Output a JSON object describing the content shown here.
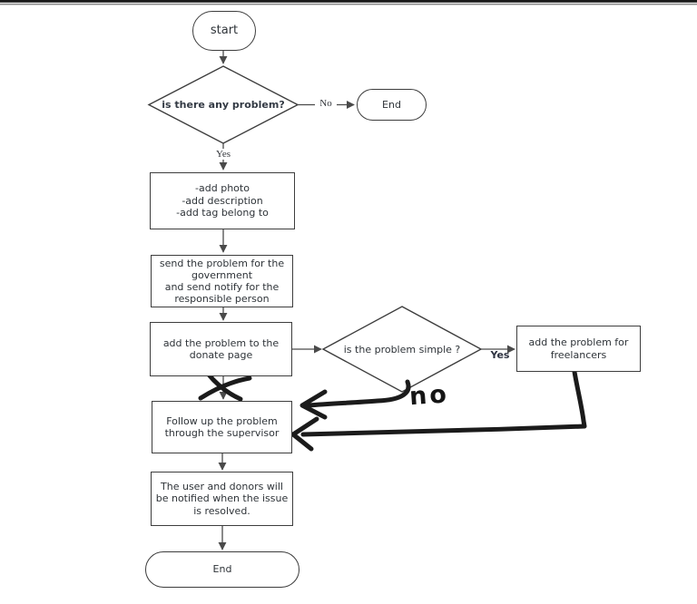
{
  "colors": {
    "shape_border": "#3d3d3d",
    "text": "#2e3338",
    "connector": "#4a4a4a",
    "hand_ink": "#1b1b1b",
    "background": "#ffffff"
  },
  "nodes": {
    "start": {
      "label": "start"
    },
    "decision_problem": {
      "label": "is there any problem?"
    },
    "end_top": {
      "label": "End"
    },
    "add_details": {
      "lines": [
        "-add photo",
        "-add description",
        "-add tag belong to"
      ]
    },
    "send_government": {
      "lines": [
        "send the problem for the",
        "government",
        "and send notify for the",
        "responsible person"
      ]
    },
    "donate_page": {
      "lines": [
        "add the problem to the",
        "donate page"
      ]
    },
    "decision_simple": {
      "label": "is the problem simple ?"
    },
    "freelancers": {
      "lines": [
        "add the problem for",
        "freelancers"
      ]
    },
    "follow_up": {
      "lines": [
        "Follow up the problem",
        "through the supervisor"
      ]
    },
    "notify_resolved": {
      "lines": [
        "The user and donors will",
        "be notified when the issue",
        "is resolved."
      ]
    },
    "end_bottom": {
      "label": "End"
    }
  },
  "edges": {
    "no_label": "No",
    "yes_label": "Yes",
    "yes_simple_label": "Yes",
    "handwritten_no": "no"
  }
}
